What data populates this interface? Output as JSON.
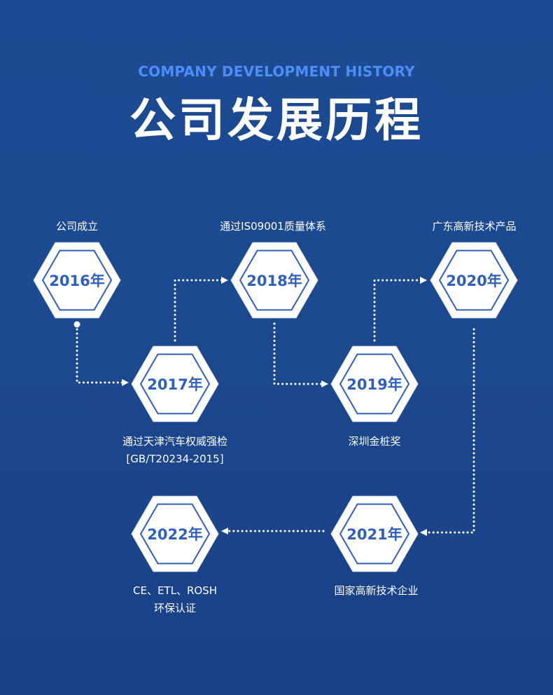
{
  "header": {
    "subtitle": "COMPANY DEVELOPMENT HISTORY",
    "title": "公司发展历程"
  },
  "colors": {
    "accent": "#2f5fbf",
    "hex_fill": "#ffffff",
    "connector": "#ffffff",
    "subtitle": "#4d8dfa"
  },
  "milestones": [
    {
      "year": "2016年",
      "caption": [
        "公司成立"
      ]
    },
    {
      "year": "2017年",
      "caption": [
        "通过天津汽车权威强检",
        "[GB/T20234-2015]"
      ]
    },
    {
      "year": "2018年",
      "caption": [
        "通过IS09001质量体系"
      ]
    },
    {
      "year": "2019年",
      "caption": [
        "深圳金桩奖"
      ]
    },
    {
      "year": "2020年",
      "caption": [
        "广东高新技术产品"
      ]
    },
    {
      "year": "2021年",
      "caption": [
        "国家高新技术企业"
      ]
    },
    {
      "year": "2022年",
      "caption": [
        "CE、ETL、ROSH",
        "环保认证"
      ]
    }
  ]
}
